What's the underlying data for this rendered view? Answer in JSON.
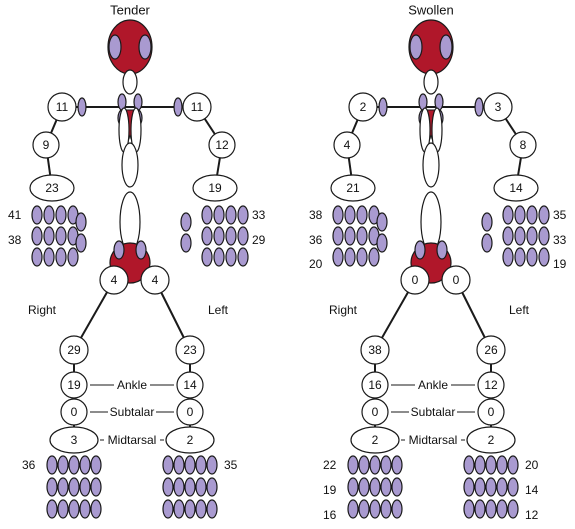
{
  "colors": {
    "red": "#b0172a",
    "purple": "#a99ad0",
    "outline": "#1a1a1a",
    "white": "#ffffff"
  },
  "figures": [
    {
      "id": "tender",
      "title": "Tender",
      "side_right": "Right",
      "side_left": "Left",
      "shoulder_r": "11",
      "shoulder_l": "11",
      "elbow_r": "9",
      "elbow_l": "12",
      "wrist_r": "23",
      "wrist_l": "19",
      "hand_r_rows": [
        "41",
        "38",
        ""
      ],
      "hand_l_rows": [
        "33",
        "29",
        ""
      ],
      "hip_r": "4",
      "hip_l": "4",
      "knee_r": "29",
      "knee_l": "23",
      "ankle_r": "19",
      "ankle_l": "14",
      "subtalar_r": "0",
      "subtalar_l": "0",
      "midtarsal_r": "3",
      "midtarsal_l": "2",
      "foot_r_rows": [
        "36",
        "",
        ""
      ],
      "foot_l_rows": [
        "35",
        "",
        ""
      ]
    },
    {
      "id": "swollen",
      "title": "Swollen",
      "side_right": "Right",
      "side_left": "Left",
      "shoulder_r": "2",
      "shoulder_l": "3",
      "elbow_r": "4",
      "elbow_l": "8",
      "wrist_r": "21",
      "wrist_l": "14",
      "hand_r_rows": [
        "38",
        "36",
        "20"
      ],
      "hand_l_rows": [
        "35",
        "33",
        "19"
      ],
      "hip_r": "0",
      "hip_l": "0",
      "knee_r": "38",
      "knee_l": "26",
      "ankle_r": "16",
      "ankle_l": "12",
      "subtalar_r": "0",
      "subtalar_l": "0",
      "midtarsal_r": "2",
      "midtarsal_l": "2",
      "foot_r_rows": [
        "22",
        "19",
        "16"
      ],
      "foot_l_rows": [
        "20",
        "14",
        "12"
      ]
    }
  ],
  "joint_labels": {
    "ankle": "Ankle",
    "subtalar": "Subtalar",
    "midtarsal": "Midtarsal"
  }
}
